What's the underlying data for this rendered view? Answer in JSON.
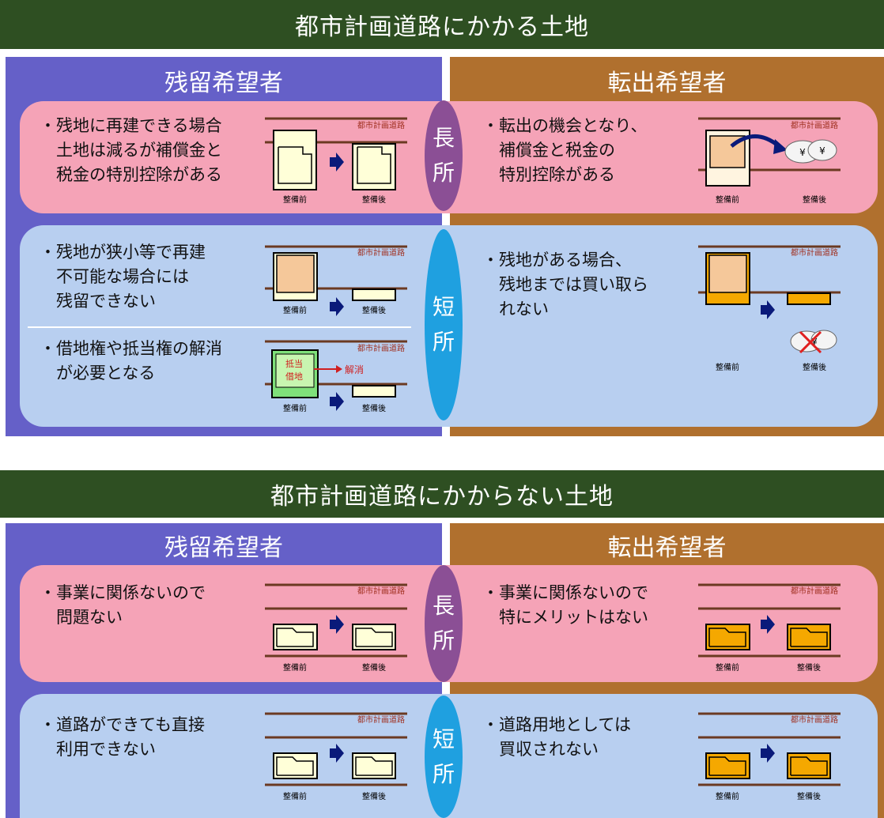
{
  "section1": {
    "title": "都市計画道路にかかる土地",
    "left_heading": "残留希望者",
    "right_heading": "転出希望者",
    "merit_badge": {
      "line1": "長",
      "line2": "所"
    },
    "demerit_badge": {
      "line1": "短",
      "line2": "所"
    },
    "left_merit": "・残地に再建できる場合\n　土地は減るが補償金と\n　税金の特別控除がある",
    "right_merit": "・転出の機会となり、\n　補償金と税金の\n　特別控除がある",
    "left_demerit_1": "・残地が狭小等で再建\n　不可能な場合には\n　残留できない",
    "left_demerit_2": "・借地権や抵当権の解消\n　が必要となる",
    "right_demerit": "・残地がある場合、\n　残地までは買い取ら\n　れない"
  },
  "section2": {
    "title": "都市計画道路にかからない土地",
    "left_heading": "残留希望者",
    "right_heading": "転出希望者",
    "merit_badge": {
      "line1": "長",
      "line2": "所"
    },
    "demerit_badge": {
      "line1": "短",
      "line2": "所"
    },
    "left_merit": "・事業に関係ないので\n　問題ない",
    "right_merit": "・事業に関係ないので\n　特にメリットはない",
    "left_demerit": "・道路ができても直接\n　利用できない",
    "right_demerit": "・道路用地としては\n　買収されない"
  },
  "diagram_labels": {
    "road": "都市計画道路",
    "before": "整備前",
    "after": "整備後",
    "mortgage": "抵当",
    "leasehold": "借地",
    "cancel": "解消",
    "yen": "¥"
  },
  "colors": {
    "header_bg": "#2e4f22",
    "left_panel": "#6560c8",
    "right_panel": "#b0702e",
    "merit_card": "#f5a3b7",
    "demerit_card": "#b8cff0",
    "merit_badge": "#8b4f95",
    "demerit_badge": "#1fa0e0",
    "road_line": "#6b3a22",
    "lot_light": "#ffffd8",
    "lot_peach": "#f5c89a",
    "lot_orange": "#f5a800",
    "lot_green": "#7fe07a",
    "arrow": "#0a1a7a"
  }
}
